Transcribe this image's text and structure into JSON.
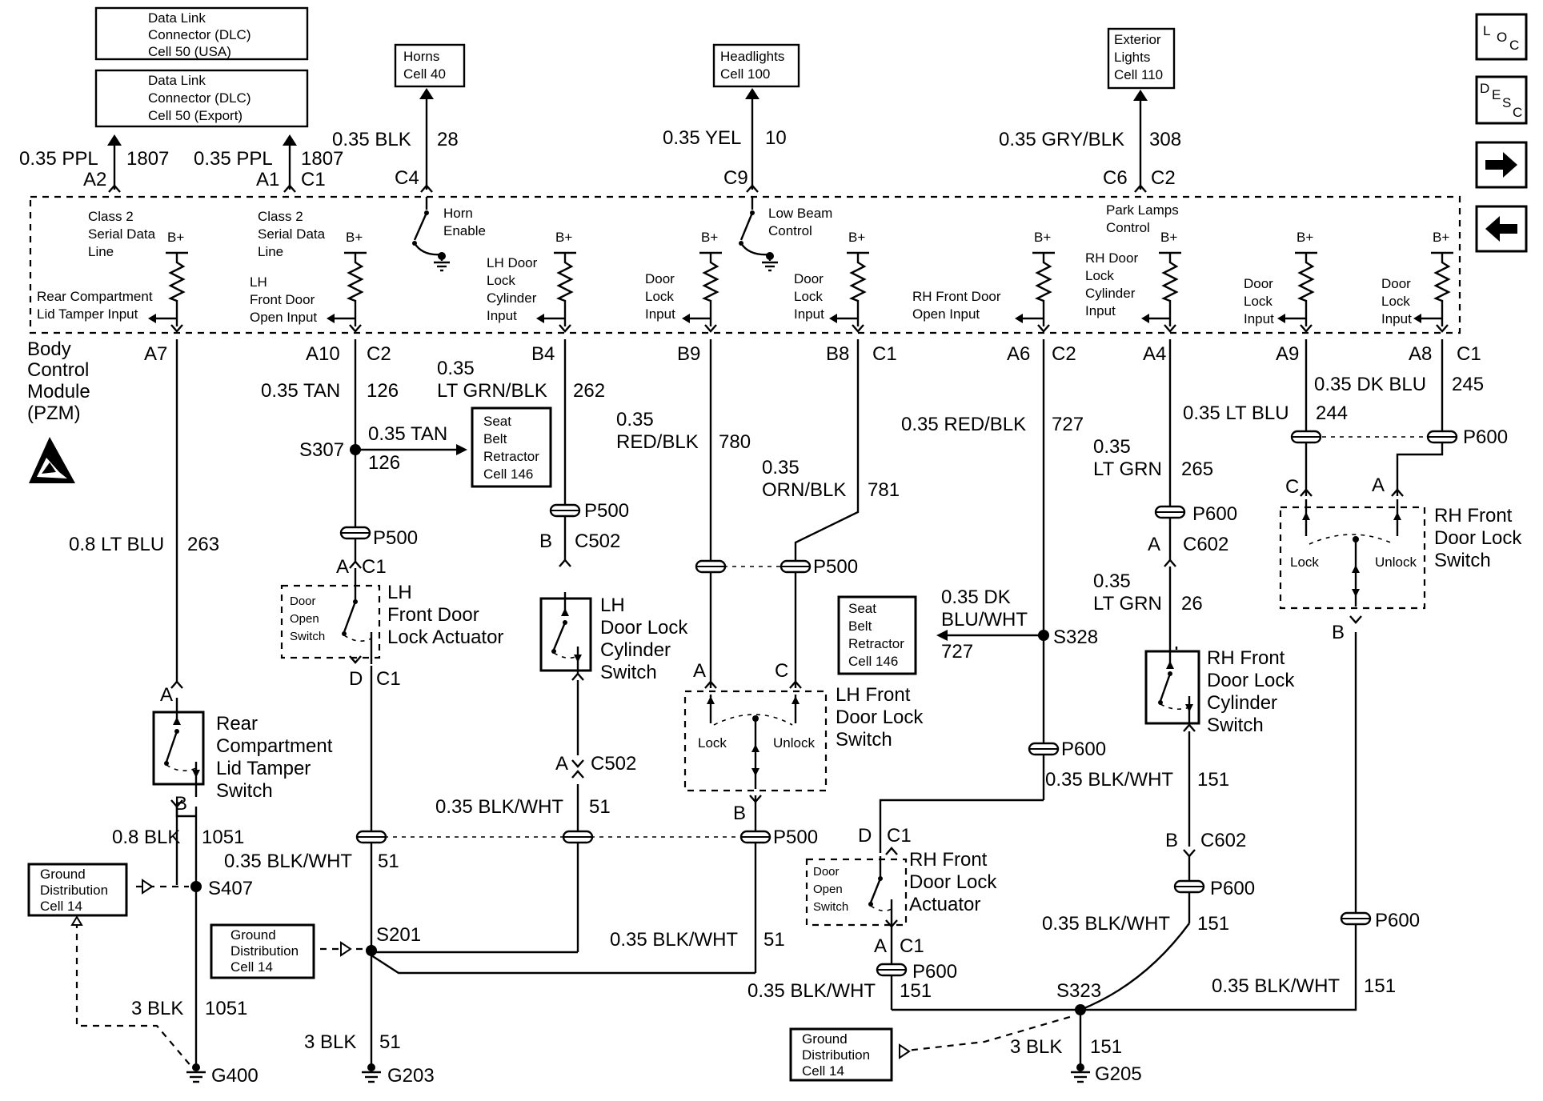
{
  "nav": {
    "loc": [
      "L",
      "O",
      "C"
    ],
    "desc": [
      "D",
      "E",
      "S",
      "C"
    ]
  },
  "refs": {
    "dlc_usa": [
      "Data Link",
      "Connector (DLC)",
      "Cell 50 (USA)"
    ],
    "dlc_export": [
      "Data Link",
      "Connector (DLC)",
      "Cell 50 (Export)"
    ],
    "horns": [
      "Horns",
      "Cell 40"
    ],
    "headlights": [
      "Headlights",
      "Cell 100"
    ],
    "exterior": [
      "Exterior",
      "Lights",
      "Cell 110"
    ],
    "seat_belt_1": [
      "Seat",
      "Belt",
      "Retractor",
      "Cell 146"
    ],
    "seat_belt_2": [
      "Seat",
      "Belt",
      "Retractor",
      "Cell 146"
    ],
    "ground_1": [
      "Ground",
      "Distribution",
      "Cell 14"
    ],
    "ground_2": [
      "Ground",
      "Distribution",
      "Cell 14"
    ],
    "ground_3": [
      "Ground",
      "Distribution",
      "Cell 14"
    ]
  },
  "bcm": {
    "name": [
      "Body",
      "Control",
      "Module",
      "(PZM)"
    ],
    "bplus": "B+",
    "inputs": {
      "class2_a": [
        "Class 2",
        "Serial Data",
        "Line"
      ],
      "class2_b": [
        "Class 2",
        "Serial Data",
        "Line"
      ],
      "rear_tamper": "Rear Compartment\nLid Tamper Input",
      "lh_open": [
        "LH",
        "Front Door",
        "Open Input"
      ],
      "horn": [
        "Horn",
        "Enable"
      ],
      "lh_cyl": [
        "LH Door",
        "Lock",
        "Cylinder",
        "Input"
      ],
      "door_lock_1": [
        "Door",
        "Lock",
        "Input"
      ],
      "low_beam": [
        "Low Beam",
        "Control"
      ],
      "door_lock_2": [
        "Door",
        "Lock",
        "Input"
      ],
      "rh_open": [
        "RH Front Door",
        "Open Input"
      ],
      "park_lamps": [
        "Park Lamps",
        "Control"
      ],
      "rh_cyl": [
        "RH Door",
        "Lock",
        "Cylinder",
        "Input"
      ],
      "door_lock_3": [
        "Door",
        "Lock",
        "Input"
      ],
      "door_lock_4": [
        "Door",
        "Lock",
        "Input"
      ]
    }
  },
  "pins": {
    "a2": "A2",
    "a1": "A1",
    "c1_top": "C1",
    "c4": "C4",
    "c9": "C9",
    "c6": "C6",
    "c2_top": "C2",
    "a7": "A7",
    "a10": "A10",
    "c2_a10": "C2",
    "b4": "B4",
    "b9": "B9",
    "b8": "B8",
    "c1_b8": "C1",
    "a6": "A6",
    "c2_a6": "C2",
    "a4": "A4",
    "a9": "A9",
    "a8": "A8",
    "c1_a8": "C1"
  },
  "wires": {
    "w1807a": [
      "0.35 PPL",
      "1807"
    ],
    "w1807b": [
      "0.35 PPL",
      "1807"
    ],
    "w28": [
      "0.35 BLK",
      "28"
    ],
    "w10": [
      "0.35 YEL",
      "10"
    ],
    "w308": [
      "0.35 GRY/BLK",
      "308"
    ],
    "w263": [
      "0.8 LT BLU",
      "263"
    ],
    "w126": [
      "0.35 TAN",
      "126"
    ],
    "w126b": [
      "0.35 TAN",
      "126"
    ],
    "w262": [
      "0.35",
      "LT GRN/BLK",
      "262"
    ],
    "w780": [
      "0.35",
      "RED/BLK",
      "780"
    ],
    "w781": [
      "0.35",
      "ORN/BLK",
      "781"
    ],
    "w727": [
      "0.35 RED/BLK",
      "727"
    ],
    "w727b": [
      "0.35 DK",
      "BLU/WHT",
      "727"
    ],
    "w265": [
      "0.35",
      "LT GRN",
      "265"
    ],
    "w26": [
      "0.35",
      "LT GRN",
      "26"
    ],
    "w244": [
      "0.35 LT BLU",
      "244"
    ],
    "w245": [
      "0.35 DK BLU",
      "245"
    ],
    "w1051a": [
      "0.8 BLK",
      "1051"
    ],
    "w1051b": [
      "3 BLK",
      "1051"
    ],
    "w51a": [
      "0.35 BLK/WHT",
      "51"
    ],
    "w51b": [
      "0.35 BLK/WHT",
      "51"
    ],
    "w51c": [
      "0.35 BLK/WHT",
      "51"
    ],
    "w51d": [
      "3 BLK",
      "51"
    ],
    "w151a": [
      "0.35 BLK/WHT",
      "151"
    ],
    "w151b": [
      "0.35 BLK/WHT",
      "151"
    ],
    "w151c": [
      "0.35 BLK/WHT",
      "151"
    ],
    "w151d": [
      "0.35 BLK/WHT",
      "151"
    ],
    "w151e": [
      "3 BLK",
      "151"
    ]
  },
  "splices": {
    "s307": "S307",
    "s328": "S328",
    "s407": "S407",
    "s201": "S201",
    "s323": "S323"
  },
  "connectors": {
    "p500_lh": "P500",
    "p500_b4": "P500",
    "p500_mid": "P500",
    "p500_bot": "P500",
    "p600_a9": "P600",
    "p600_a4": "P600",
    "p600_a6": "P600",
    "p600_rh": "P600",
    "p600_bot": "P600",
    "p600_right": "P600",
    "c502_top": "C502",
    "c502_bot": "C502",
    "c602_top": "C602",
    "c602_bot": "C602",
    "c1_lh_top": "C1",
    "c1_lh_bot": "C1",
    "c1_rh_top": "C1",
    "c1_rh_bot": "C1",
    "a_lh": "A",
    "d_lh": "D",
    "b_b4": "B",
    "a_b4": "A",
    "a_lhsw": "A",
    "c_lhsw": "C",
    "b_lhsw": "B",
    "a_rear": "A",
    "b_rear": "B",
    "d_rh": "D",
    "a_rh": "A",
    "a_rhcyl": "A",
    "b_rhcyl": "B",
    "c_rhsw": "C",
    "a_rhsw": "A",
    "b_rhsw": "B"
  },
  "components": {
    "lh_actuator": [
      "LH",
      "Front Door",
      "Lock Actuator"
    ],
    "lh_open_sw": [
      "Door",
      "Open",
      "Switch"
    ],
    "lh_cyl_sw": [
      "LH",
      "Door Lock",
      "Cylinder",
      "Switch"
    ],
    "lh_lock_sw": [
      "LH Front",
      "Door Lock",
      "Switch"
    ],
    "rear_tamper_sw": [
      "Rear",
      "Compartment",
      "Lid Tamper",
      "Switch"
    ],
    "rh_actuator": [
      "RH Front",
      "Door Lock",
      "Actuator"
    ],
    "rh_open_sw": [
      "Door",
      "Open",
      "Switch"
    ],
    "rh_cyl_sw": [
      "RH Front",
      "Door Lock",
      "Cylinder",
      "Switch"
    ],
    "rh_lock_sw": [
      "RH Front",
      "Door Lock",
      "Switch"
    ],
    "lock": "Lock",
    "unlock": "Unlock"
  },
  "grounds": {
    "g400": "G400",
    "g203": "G203",
    "g205": "G205"
  }
}
